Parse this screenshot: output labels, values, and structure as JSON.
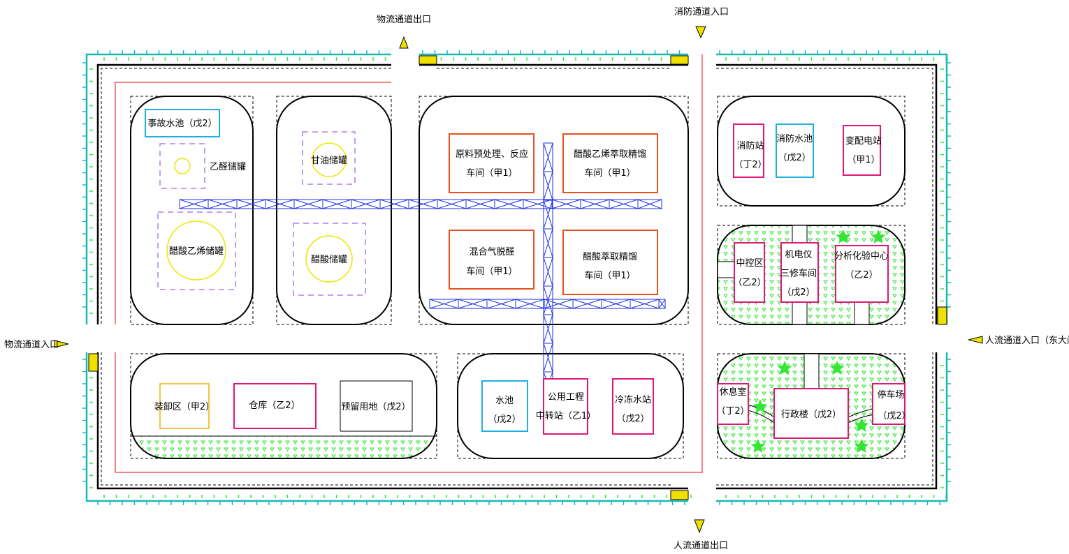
{
  "entrances": {
    "logistics_exit": "物流通道出口",
    "fire_entrance": "消防通道入口",
    "logistics_entrance": "物流通道入口",
    "people_entrance": "人流通道入口（东大门）",
    "people_exit": "人流通道出口"
  },
  "colors": {
    "fence": "#1bb8b8",
    "wall": "#000000",
    "road": "#f05a5a",
    "class_jia": "#e8501e",
    "building": "#e0167a",
    "water": "#1fb0e0",
    "tank_outline": "#e8e800",
    "tank_zone": "#b07ef0",
    "pipe_rack": "#1e32e6",
    "greenery": "#33e633",
    "loading": "#f0b000",
    "gate": "#f0e000"
  },
  "tank_area": {
    "accident_pool": "事故水池（戊2）",
    "acetaldehyde_tank": "乙醛储罐",
    "vinyl_acetate_tank": "醋酸乙烯储罐",
    "glycerol_tank": "甘油储罐",
    "acetic_acid_tank": "醋酸储罐"
  },
  "process_area": {
    "raw_material": [
      "原料预处理、反应",
      "车间（甲1）"
    ],
    "va_extraction": [
      "醋酸乙烯萃取精馏",
      "车间（甲1）"
    ],
    "dealdehyde": [
      "混合气脱醛",
      "车间（甲1）"
    ],
    "aa_extraction": [
      "醋酸萃取精馏",
      "车间（甲1）"
    ]
  },
  "fire_area": {
    "fire_station": [
      "消防站",
      "（丁2）"
    ],
    "fire_pool": [
      "消防水池",
      "（戊2）"
    ],
    "substation": [
      "变配电站",
      "（甲1）"
    ]
  },
  "control_area": {
    "control_room": [
      "中控区",
      "（乙2）"
    ],
    "repair_shop": [
      "机电仪",
      "三修车间",
      "（戊2）"
    ],
    "lab_center": [
      "分析化验中心",
      "（乙2）"
    ]
  },
  "storage_area": {
    "loading": "装卸区（甲2）",
    "warehouse": "仓库（乙2）",
    "reserved": "预留用地（戊2）"
  },
  "utility_area": {
    "pool": [
      "水池",
      "（戊2）"
    ],
    "utility_station": [
      "公用工程",
      "中转站（乙1）"
    ],
    "chiller": [
      "冷冻水站",
      "（戊2）"
    ]
  },
  "admin_area": {
    "rest_room": [
      "休息室",
      "（丁2）"
    ],
    "office": "行政楼（戊2）",
    "parking": [
      "停车场",
      "（戊2）"
    ]
  }
}
